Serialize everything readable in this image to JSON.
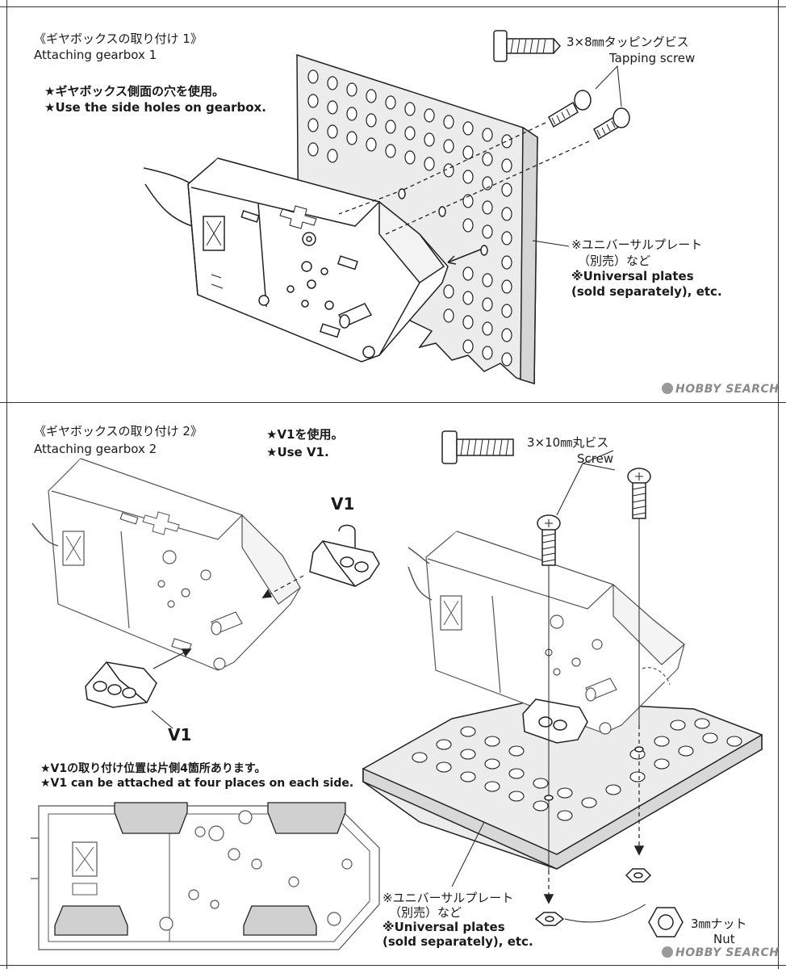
{
  "section1": {
    "title_jp": "《ギヤボックスの取り付け 1》",
    "title_en": "Attaching gearbox 1",
    "note_jp": "★ギヤボックス側面の穴を使用。",
    "note_en": "★Use the side holes on gearbox.",
    "screw_jp": "3×8㎜タッピングビス",
    "screw_en": "Tapping screw",
    "plate_jp1": "※ユニバーサルプレート",
    "plate_jp2": "（別売）など",
    "plate_en1": "※Universal plates",
    "plate_en2": "(sold separately), etc."
  },
  "section2": {
    "title_jp": "《ギヤボックスの取り付け 2》",
    "title_en": "Attaching gearbox 2",
    "note_jp": "★V1を使用。",
    "note_en": "★Use V1.",
    "part_label": "V1",
    "screw_jp": "3×10㎜丸ビス",
    "screw_en": "Screw",
    "position_note_jp": "★V1の取り付け位置は片側4箇所あります。",
    "position_note_en": "★V1 can be attached at four places on each side.",
    "plate_jp1": "※ユニバーサルプレート",
    "plate_jp2": "（別売）など",
    "plate_en1": "※Universal plates",
    "plate_en2": "(sold separately), etc.",
    "nut_jp": "3㎜ナット",
    "nut_en": "Nut"
  },
  "watermark_top": "HOBBY SEARCH",
  "watermark_bottom": "HOBBY SEARCH"
}
